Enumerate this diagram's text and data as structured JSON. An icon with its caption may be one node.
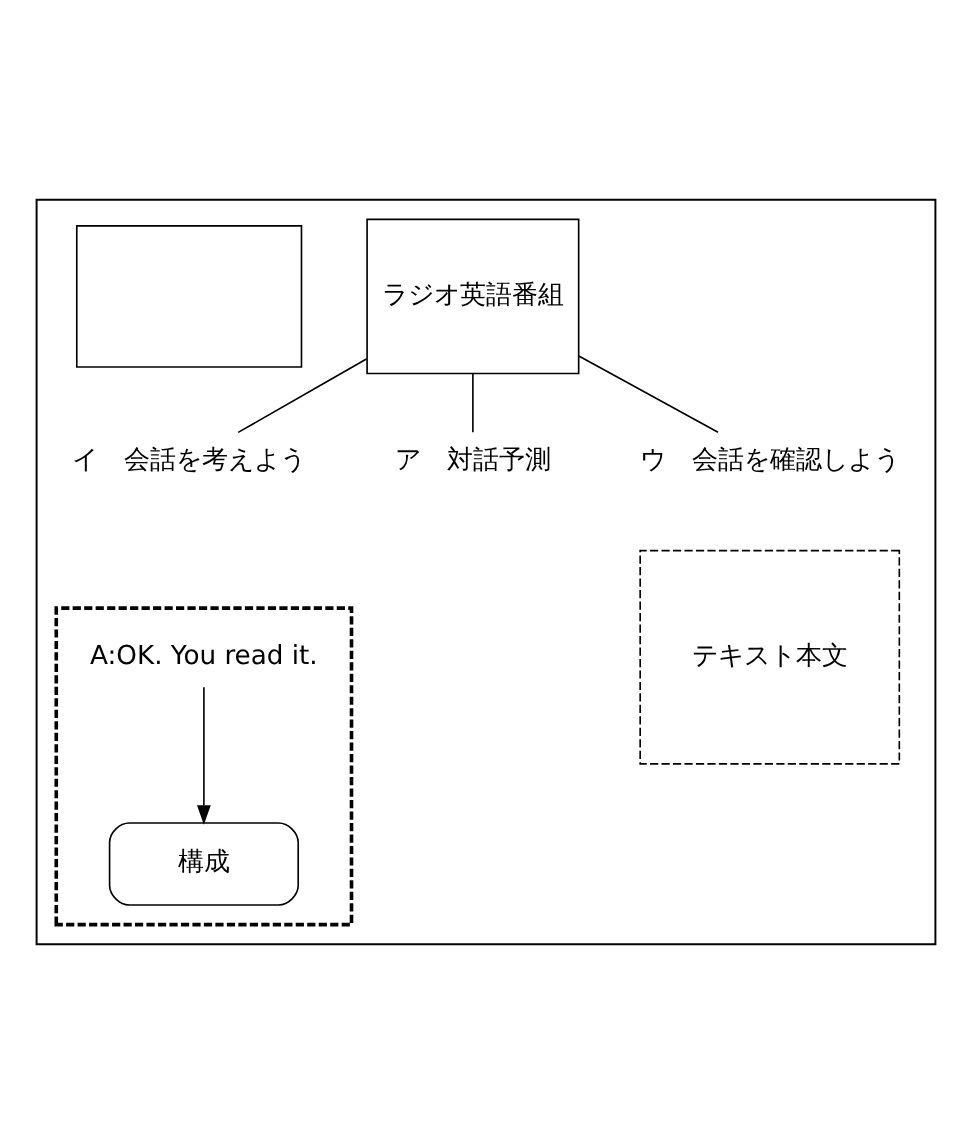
{
  "diagram": {
    "nodes": [
      {
        "text": [],
        "shape": "box"
      },
      {
        "text": [
          "ラジオ英語番組"
        ],
        "in": 0
      },
      {
        "text": [
          "ア　対話予測"
        ],
        "in": 0
      },
      {
        "text": [],
        "shape": "box",
        "in": 0
      },
      {
        "text": [
          "イ　会話を考えよう"
        ],
        "in": 0
      },
      {
        "text": [
          "ウ　会話を確認しよう"
        ],
        "in": 0
      },
      {
        "text": [
          "テキスト本文"
        ],
        "in": 0
      },
      {
        "text": [],
        "shape": "box",
        "in": 0
      },
      {
        "text": [
          "A:OK. You read it."
        ],
        "in": 7
      },
      {
        "text": [
          "構成"
        ],
        "in": 7
      }
    ],
    "edges": [
      {
        "from": 1,
        "to": 2,
        "arrow": "none"
      },
      {
        "from": 1,
        "to": 4,
        "arrow": "none"
      },
      {
        "from": 1,
        "to": 5,
        "arrow": "none"
      },
      {
        "from": 8,
        "to": 9,
        "arrow": "to"
      }
    ]
  }
}
